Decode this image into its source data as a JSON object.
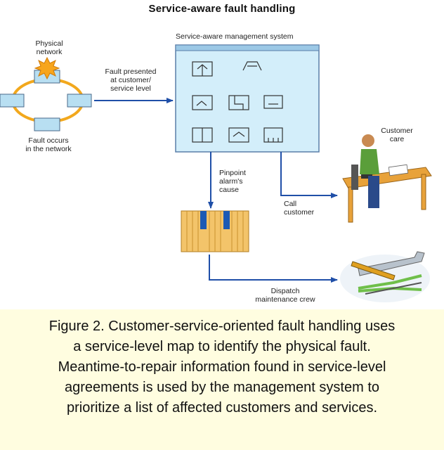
{
  "title": "Service-aware fault handling",
  "labels": {
    "physical_network": [
      "Physical",
      "network"
    ],
    "fault_occurs": [
      "Fault occurs",
      "in the network"
    ],
    "fault_presented": [
      "Fault presented",
      "at customer/",
      "service level"
    ],
    "management_system": "Service-aware management system",
    "pinpoint": [
      "Pinpoint",
      "alarm's",
      "cause"
    ],
    "call_customer": [
      "Call",
      "customer"
    ],
    "customer_care": [
      "Customer",
      "care"
    ],
    "dispatch": [
      "Dispatch",
      "maintenance crew"
    ]
  },
  "caption": [
    "Figure 2. Customer-service-oriented fault handling uses",
    "a service-level map to identify the physical fault.",
    "Meantime-to-repair information found in service-level",
    "agreements is used by the management system to",
    "prioritize a list of affected customers and services."
  ],
  "colors": {
    "arrow": "#1f4fa8",
    "network_ring": "#f2a81d",
    "node_fill": "#b8dff2",
    "system_fill": "#d3eefa",
    "system_border": "#5a7ea8",
    "panel_fill": "#f3c46a",
    "desk": "#e8a23a",
    "caption_bg": "#fffde0"
  }
}
